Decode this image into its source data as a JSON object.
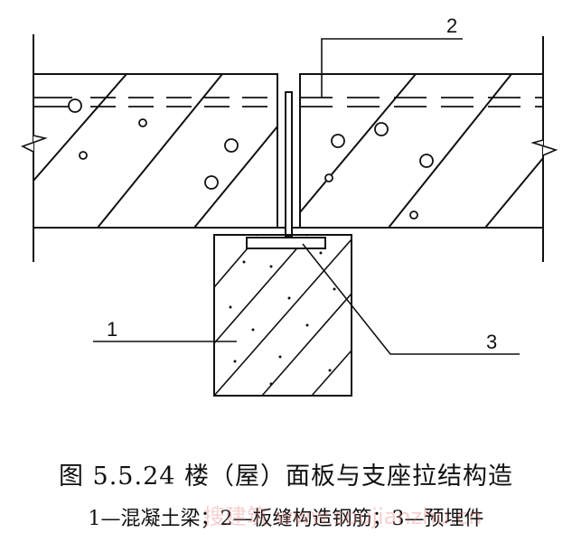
{
  "labels": {
    "one": "1",
    "two": "2",
    "three": "3"
  },
  "caption": {
    "title": "图 5.5.24  楼（屋）面板与支座拉结构造",
    "legend": "1—混凝土梁；2—板缝构造钢筋；3—预埋件"
  },
  "watermark": "搜建筑 www.soujianzhu.cn"
}
